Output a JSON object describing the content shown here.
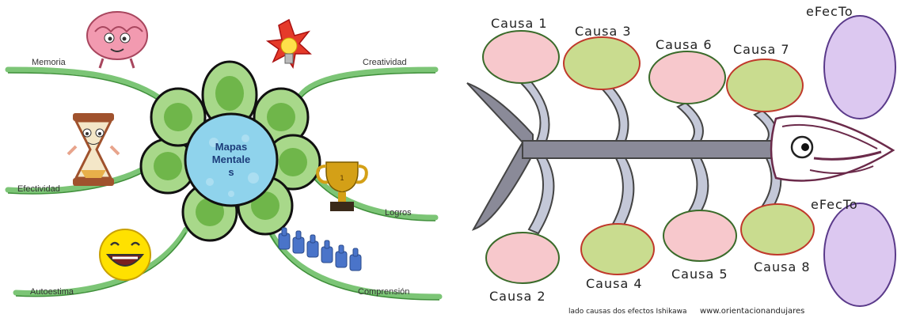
{
  "mind_map": {
    "center_lines": [
      "Mapas",
      "Mentale",
      "s"
    ],
    "branches": [
      {
        "label": "Memoria",
        "icon": "brain-character-icon"
      },
      {
        "label": "Creatividad",
        "icon": "explosion-bulb-icon"
      },
      {
        "label": "Efectividad",
        "icon": "hourglass-character-icon"
      },
      {
        "label": "Logros",
        "icon": "trophy-icon"
      },
      {
        "label": "Autoestima",
        "icon": "smiley-icon"
      },
      {
        "label": "Comprensión",
        "icon": "thumbs-up-hands-icon"
      }
    ],
    "colors": {
      "branch": "#7cc576",
      "petal_fill": "#a8d88a",
      "petal_inner": "#6fb64a",
      "center": "#8fd3ec"
    }
  },
  "fishbone": {
    "causes_top": [
      "Causa 1",
      "Causa 3",
      "Causa 6",
      "Causa 7"
    ],
    "causes_bottom": [
      "Causa 2",
      "Causa 4",
      "Causa 5",
      "Causa 8"
    ],
    "effects": [
      "eFecTo",
      "eFecTo"
    ],
    "footer_left": "lado causas dos efectos Ishikawa",
    "footer_right": "www.orientacionandujares",
    "colors": {
      "pink": "#f7c8cc",
      "green": "#c9dc8f",
      "purple": "#dcc8f0",
      "fish": "#8a8a98"
    }
  }
}
